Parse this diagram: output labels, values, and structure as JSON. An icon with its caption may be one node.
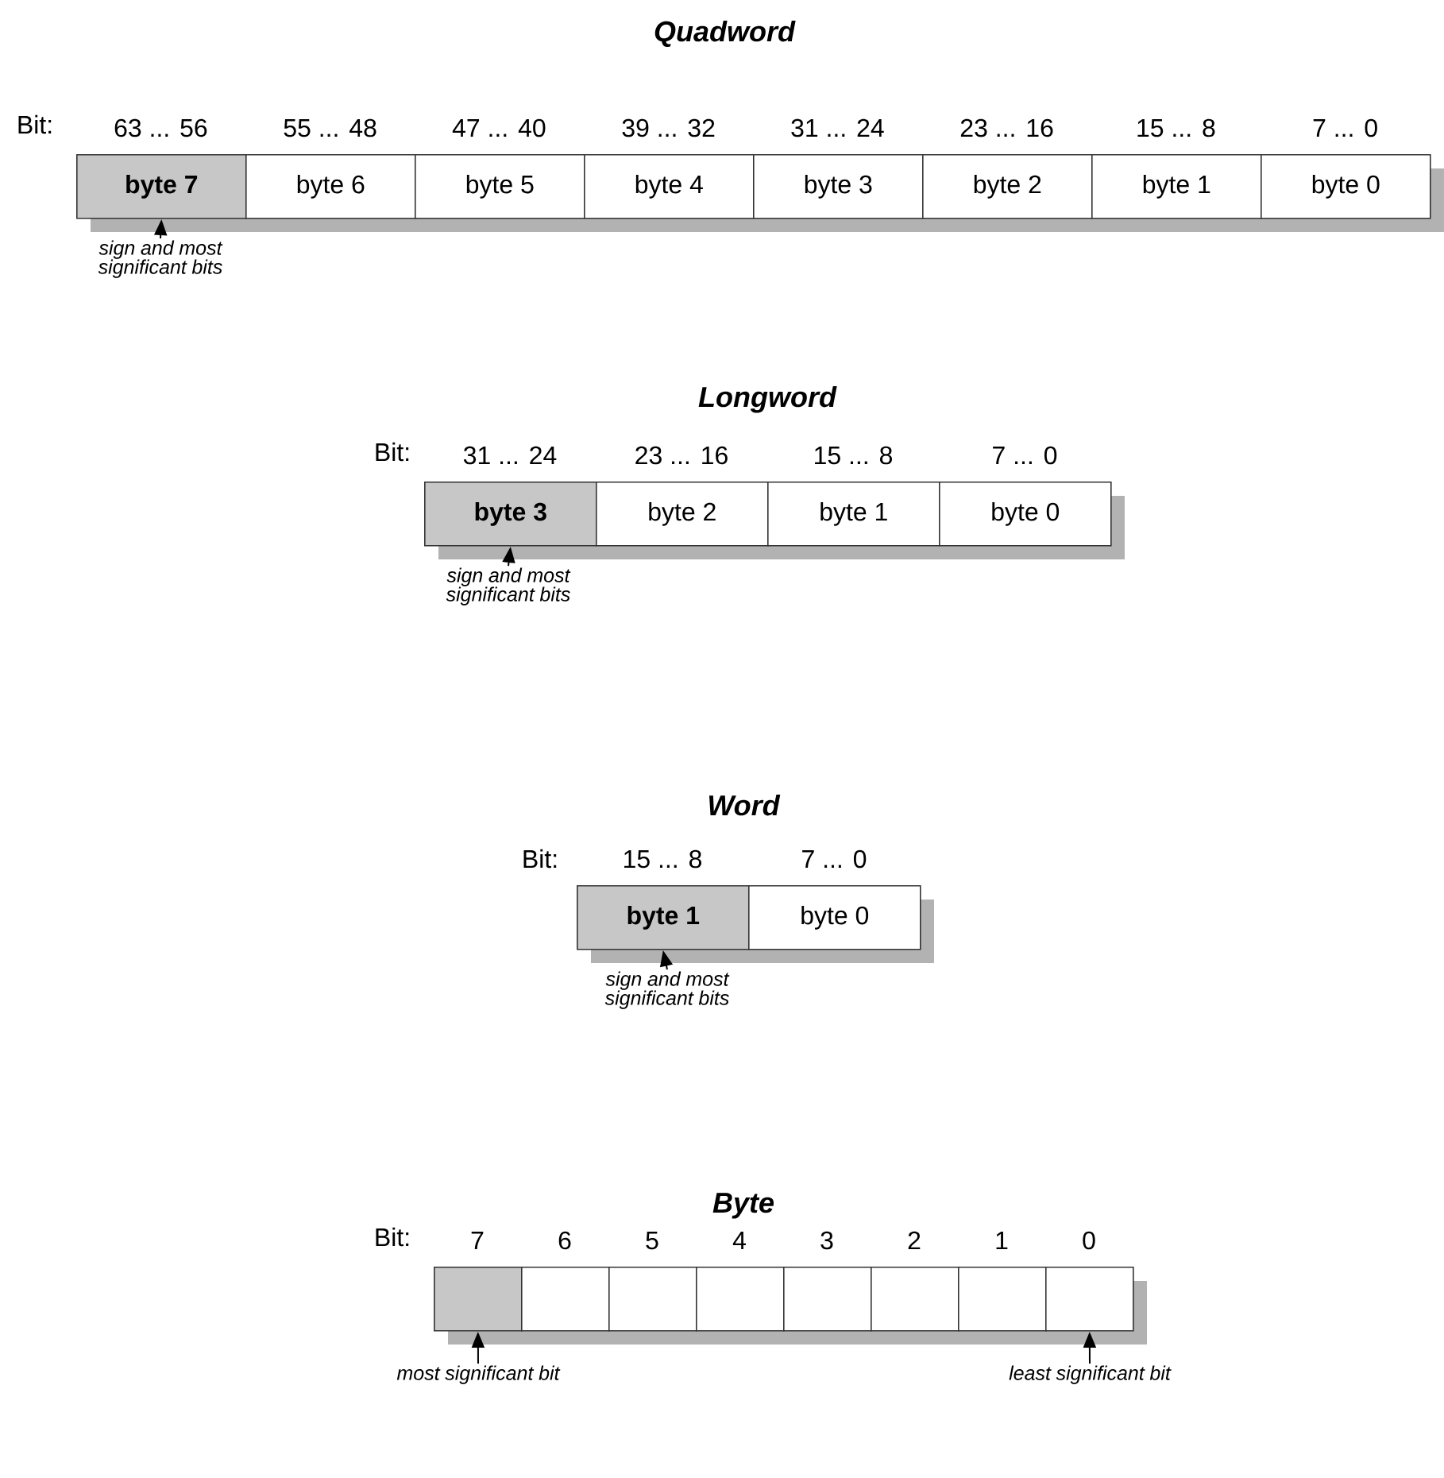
{
  "diagram": {
    "nodes": [
      {
        "text": [
          "byte 7"
        ],
        "beside": [
          "63 ... 56"
        ]
      },
      {
        "text": [
          "byte 6"
        ],
        "beside": [
          "55 ... 48"
        ]
      },
      {
        "text": [
          "byte 5"
        ],
        "beside": [
          "47 ... 40"
        ]
      },
      {
        "text": [
          "byte 4"
        ],
        "beside": [
          "39 ... 32"
        ]
      },
      {
        "text": [
          "byte 3"
        ],
        "beside": [
          "31 ... 24"
        ]
      },
      {
        "text": [
          "byte 2"
        ],
        "beside": [
          "23 ... 16"
        ]
      },
      {
        "text": [
          "byte 1"
        ],
        "beside": [
          "15 ... 8"
        ]
      },
      {
        "text": [
          "byte 0"
        ],
        "beside": [
          "7 ... 0"
        ]
      },
      {
        "text": [
          "sign and most significant bits"
        ]
      },
      {
        "text": [
          "byte 3"
        ],
        "beside": [
          "31 ... 24"
        ]
      },
      {
        "text": [
          "byte 2"
        ],
        "beside": [
          "23 ... 16"
        ]
      },
      {
        "text": [
          "byte 1"
        ],
        "beside": [
          "15 ... 8"
        ]
      },
      {
        "text": [
          "byte 0"
        ],
        "beside": [
          "7 ... 0"
        ]
      },
      {
        "text": [
          "sign and most significant bits"
        ]
      },
      {
        "text": [
          "byte 1"
        ],
        "beside": [
          "15 ... 8"
        ]
      },
      {
        "text": [
          "byte 0"
        ],
        "beside": [
          "7 ... 0"
        ]
      },
      {
        "text": [
          "sign and most significant bits"
        ]
      },
      {
        "text": [],
        "shape": "box",
        "beside": [
          "7"
        ]
      },
      {
        "text": [],
        "shape": "box",
        "beside": [
          "6"
        ]
      },
      {
        "text": [],
        "shape": "box",
        "beside": [
          "5"
        ]
      },
      {
        "text": [],
        "shape": "box",
        "beside": [
          "4"
        ]
      },
      {
        "text": [],
        "shape": "box",
        "beside": [
          "3"
        ]
      },
      {
        "text": [],
        "shape": "box",
        "beside": [
          "2"
        ]
      },
      {
        "text": [],
        "shape": "box",
        "beside": [
          "1"
        ]
      },
      {
        "text": [],
        "shape": "box",
        "beside": [
          "0"
        ]
      },
      {
        "text": [
          "most significant bit"
        ]
      },
      {
        "text": [
          "least significant bit"
        ]
      }
    ],
    "edges": [
      {
        "from": 8,
        "to": 0,
        "arrow": "to"
      },
      {
        "from": 13,
        "to": 9,
        "arrow": "to"
      },
      {
        "from": 16,
        "to": 14,
        "arrow": "to"
      },
      {
        "from": 25,
        "to": 17,
        "arrow": "to"
      },
      {
        "from": 26,
        "to": 24,
        "arrow": "to"
      }
    ],
    "labels": [
      "Quadword",
      "Bit:",
      "Longword",
      "Bit:",
      "Word",
      "Bit:",
      "Byte",
      "Bit:"
    ]
  }
}
